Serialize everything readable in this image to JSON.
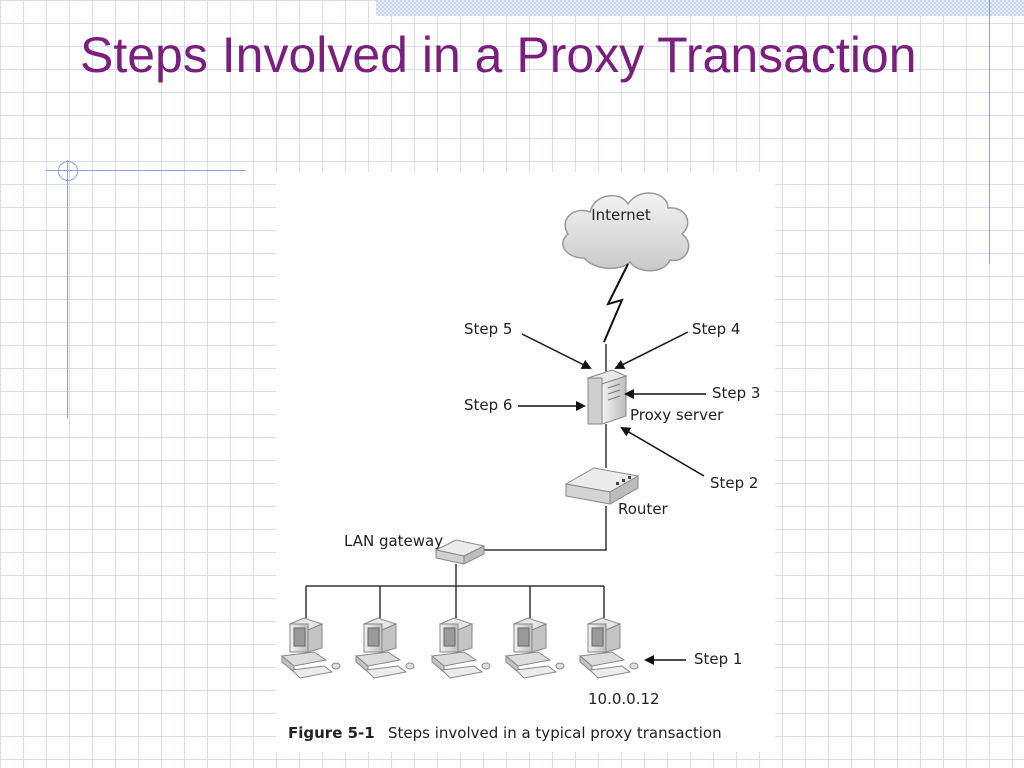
{
  "slide": {
    "title": "Steps Involved in a Proxy Transaction"
  },
  "diagram": {
    "cloud_label": "Internet",
    "proxy_label": "Proxy server",
    "router_label": "Router",
    "gateway_label": "LAN gateway",
    "client_ip": "10.0.0.12",
    "steps": [
      "Step 1",
      "Step 2",
      "Step 3",
      "Step 4",
      "Step 5",
      "Step 6"
    ],
    "caption_number": "Figure 5-1",
    "caption_text": "Steps involved in a typical proxy transaction"
  }
}
